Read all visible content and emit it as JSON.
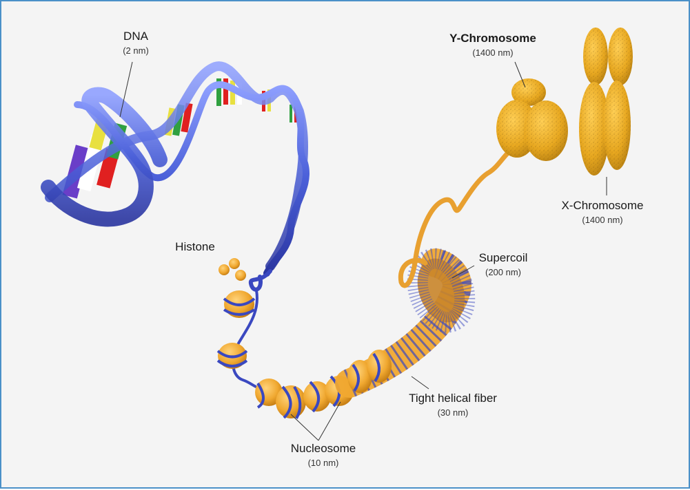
{
  "labels": {
    "dna": {
      "name": "DNA",
      "size": "(2 nm)"
    },
    "histone": {
      "name": "Histone"
    },
    "nucleosome": {
      "name": "Nucleosome",
      "size": "(10 nm)"
    },
    "fiber": {
      "name": "Tight helical fiber",
      "size": "(30 nm)"
    },
    "supercoil": {
      "name": "Supercoil",
      "size": "(200 nm)"
    },
    "ychrom": {
      "name": "Y-Chromosome",
      "size": "(1400 nm)"
    },
    "xchrom": {
      "name": "X-Chromosome",
      "size": "(1400 nm)"
    }
  },
  "colors": {
    "border": "#4a90c8",
    "background": "#f4f4f4",
    "dna_blue": "#4a5fd8",
    "histone_orange": "#f0a830",
    "chromosome_gold": "#e8a820"
  }
}
